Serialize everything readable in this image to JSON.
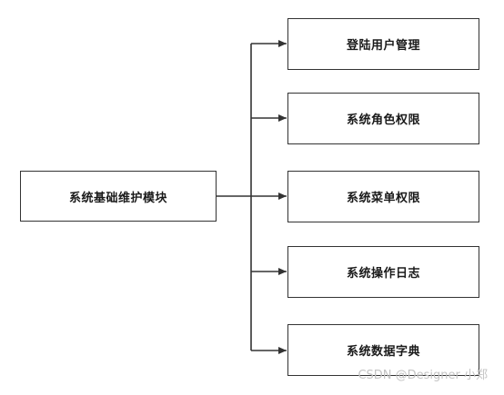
{
  "diagram": {
    "root": {
      "label": "系统基础维护模块"
    },
    "children": [
      {
        "label": "登陆用户管理"
      },
      {
        "label": "系统角色权限"
      },
      {
        "label": "系统菜单权限"
      },
      {
        "label": "系统操作日志"
      },
      {
        "label": "系统数据字典"
      }
    ]
  },
  "watermark": "CSDN @Designer 小郑",
  "colors": {
    "line": "#333333",
    "border": "#333333",
    "text": "#1a1a1a",
    "background": "#ffffff",
    "watermark": "#c4c4c4"
  }
}
